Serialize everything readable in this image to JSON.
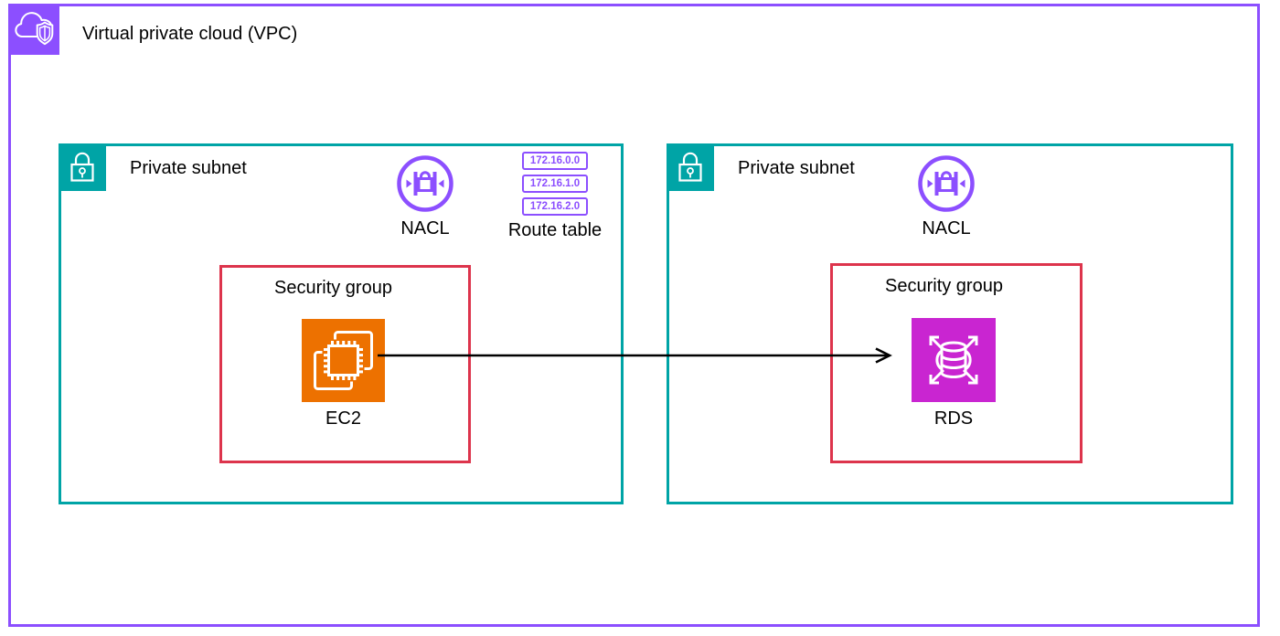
{
  "colors": {
    "vpc_purple": "#8C4FFF",
    "subnet_teal": "#00A4A6",
    "security_red": "#DD344C",
    "ec2_orange": "#ED7100",
    "rds_magenta": "#C925D1",
    "arrow_black": "#000000",
    "text_black": "#000000"
  },
  "vpc": {
    "label": "Virtual private cloud (VPC)",
    "icon": "vpc-cloud-shield-icon"
  },
  "subnets": [
    {
      "label": "Private subnet",
      "icon": "lock-icon",
      "nacl": {
        "label": "NACL",
        "icon": "nacl-icon"
      },
      "route_table": {
        "label": "Route table",
        "icon": "route-table-icon",
        "routes": [
          "172.16.0.0",
          "172.16.1.0",
          "172.16.2.0"
        ]
      },
      "security_group": {
        "label": "Security group",
        "resource": {
          "label": "EC2",
          "icon": "ec2-icon"
        }
      }
    },
    {
      "label": "Private subnet",
      "icon": "lock-icon",
      "nacl": {
        "label": "NACL",
        "icon": "nacl-icon"
      },
      "security_group": {
        "label": "Security group",
        "resource": {
          "label": "RDS",
          "icon": "rds-icon"
        }
      }
    }
  ],
  "connections": [
    {
      "from": "EC2",
      "to": "RDS",
      "style": "solid-black-arrow",
      "direction": "left-to-right"
    }
  ]
}
